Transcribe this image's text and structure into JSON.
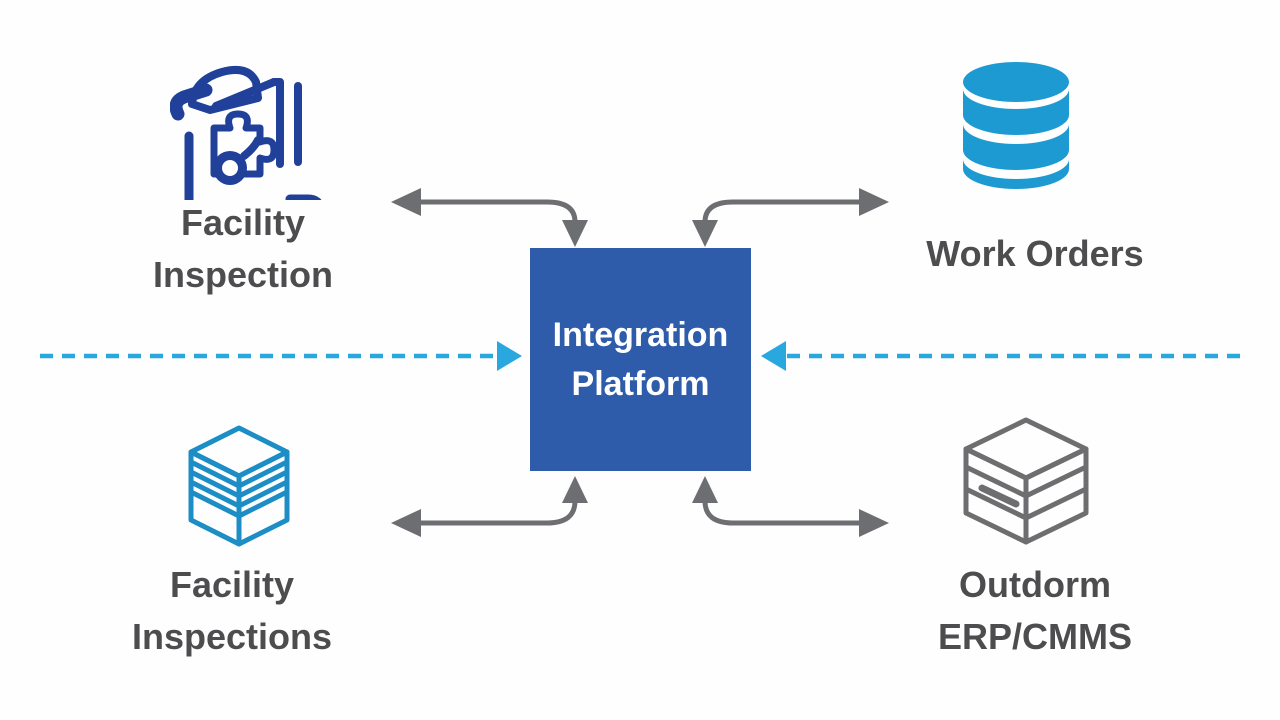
{
  "diagram_title_implicit": "Integration Platform diagram",
  "center": {
    "line1": "Integration",
    "line2": "Platform"
  },
  "nodes": {
    "top_left": {
      "line1": "Facility",
      "line2": "Inspection",
      "icon": "hardhat-clipboard-puzzle-icon"
    },
    "top_right": {
      "line1": "Work Orders",
      "line2": "",
      "icon": "database-icon"
    },
    "bottom_left": {
      "line1": "Facility",
      "line2": "Inspections",
      "icon": "server-stack-icon"
    },
    "bottom_right": {
      "line1": "Outdorm",
      "line2": "ERP/CMMS",
      "icon": "erp-box-icon"
    }
  },
  "connectors": {
    "style": "double-headed elbow arrows between each node and the center box",
    "dashed_flow": "horizontal dashed line across the middle pointing into both sides of the center box"
  },
  "colors": {
    "center_blue": "#2e5caa",
    "label_gray": "#4d4d4f",
    "arrow_gray": "#6d6e71",
    "dashed_cyan": "#29a8e0",
    "database_cyan": "#1d9ad2",
    "outline_cyan": "#1c8dc5",
    "icon_dark_blue": "#20409a",
    "erp_gray": "#6e6e71"
  }
}
